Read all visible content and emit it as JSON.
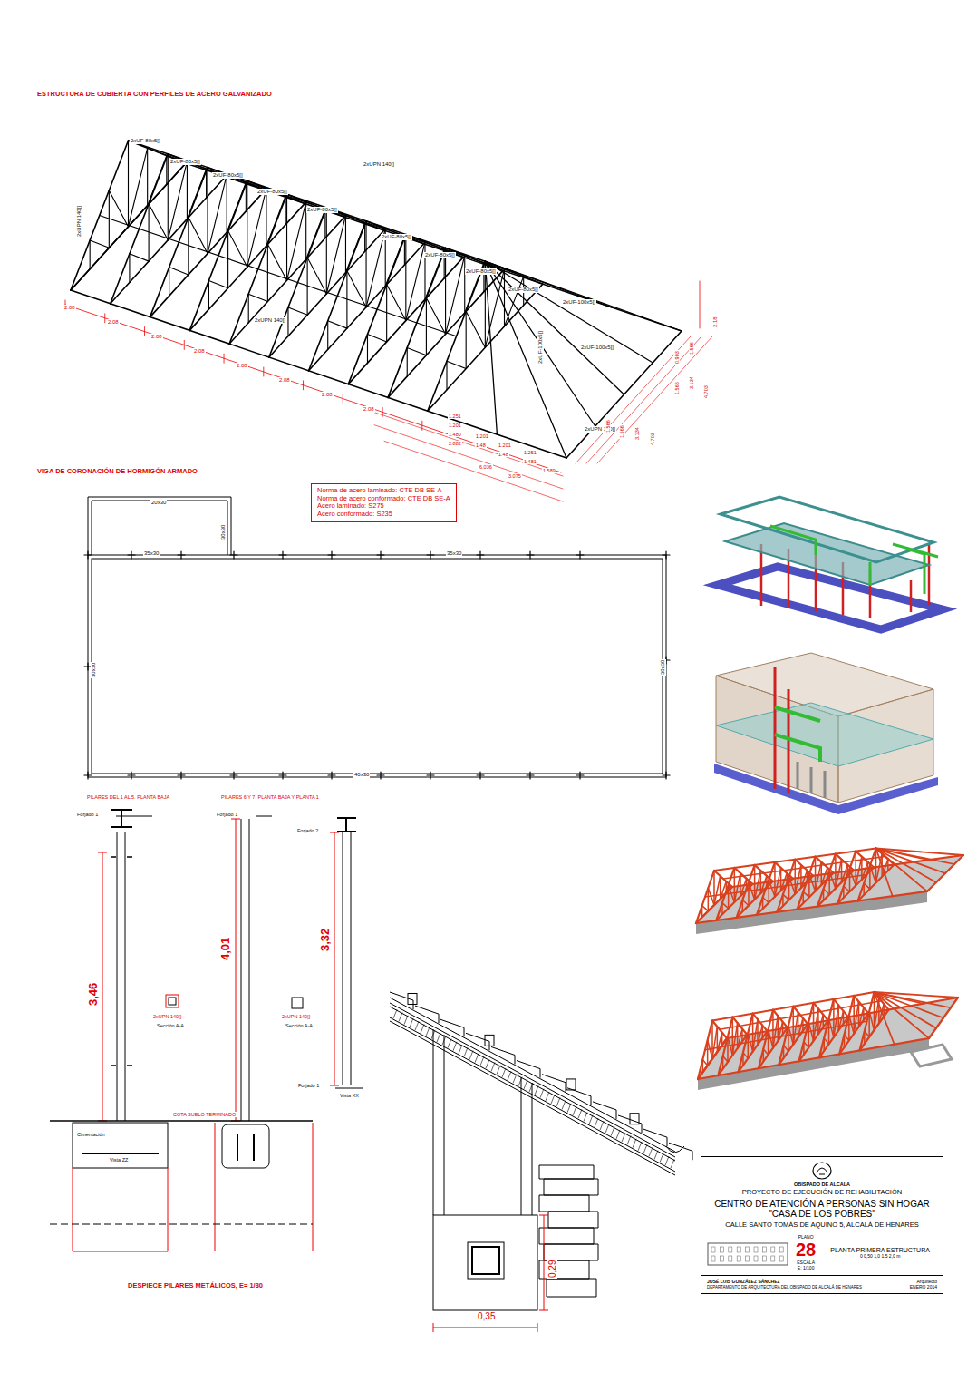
{
  "diagram": {
    "nodes": [
      {
        "text": [
          "Norma de acero laminado: CTE DB SE-A",
          "Norma de acero conformado: CTE DB SE-A",
          "Acero laminado: S275",
          "Acero conformado: S235"
        ]
      },
      {
        "text": [
          "OBISPADO DE ALCALÁ",
          "PROYECTO DE EJECUCIÓN DE REHABILITACIÓN",
          "CENTRO DE ATENCIÓN A PERSONAS SIN HOGAR \"CASA DE LOS POBRES\"",
          "CALLE SANTO TOMÁS DE AQUINO 5, ALCALÁ DE HENARES"
        ]
      },
      {
        "text": [
          "PLANO",
          "28",
          "ESCALA",
          "E: 1/100",
          "PLANTA PRIMERA ESTRUCTURA",
          "0 0,50 1,0 1,5 2,0 m"
        ],
        "in": 1
      },
      {
        "text": [
          "JOSÉ LUIS GONZÁLEZ SÁNCHEZ",
          "DEPARTAMENTO DE ARQUITECTURA DEL OBISPADO DE ALCALÁ DE HENARES",
          "Arquitecto",
          "ENERO 2014"
        ],
        "in": 1
      }
    ],
    "labels": [
      "ESTRUCTURA DE CUBIERTA CON PERFILES DE ACERO GALVANIZADO",
      "2xUF-80x5[]",
      "2xUF-80x5[]",
      "2xUF-80x5[]",
      "2xUF-80x5[]",
      "2xUF-80x5[]",
      "2xUF-80x5[]",
      "2xUF-80x5[]",
      "2xUF-80x5[]",
      "2xUF-80x5[]",
      "2xUPN 140[]",
      "2xUPN 140[]",
      "2xUPN 140[]",
      "2xUF-100x5[]",
      "2xUF-100x5[]",
      "2xUF-100x5[]",
      "2xUPN 140[]",
      "2.08",
      "2.08",
      "2.08",
      "2.08",
      "2.08",
      "2.08",
      "2.08",
      "2.08",
      "1.251",
      "1.201",
      "1.480",
      "2.882",
      "1.201",
      "1.48",
      "1.201",
      "1.48",
      "6.036",
      "1.251",
      "1.481",
      "3.075",
      "1.589",
      "2.18",
      "1.566",
      "0.903",
      "1.566",
      "3.134",
      "4.703",
      "1.566",
      "1.566",
      "3.134",
      "4.703",
      "VIGA DE CORONACIÓN DE HORMIGÓN ARMADO",
      "20x30",
      "30x30",
      "35x30",
      "35x30",
      "30x30",
      "30x30",
      "40x30",
      "PILARES DEL 1 AL 5. PLANTA BAJA",
      "PILARES 6 Y 7. PLANTA BAJA Y PLANTA 1",
      "Forjado 1",
      "Forjado 1",
      "Forjado 2",
      "3,46",
      "4,01",
      "3,32",
      "2xUPN 140[]",
      "Sección A-A",
      "2xUPN 140[]",
      "Sección A-A",
      "Forjado 1",
      "Vista XX",
      "COTA SUELO TERMINADO",
      "Cimentación",
      "Vista ZZ",
      "DESPIECE PILARES METÁLICOS, E= 1/30",
      "0,29",
      "0,35"
    ]
  }
}
